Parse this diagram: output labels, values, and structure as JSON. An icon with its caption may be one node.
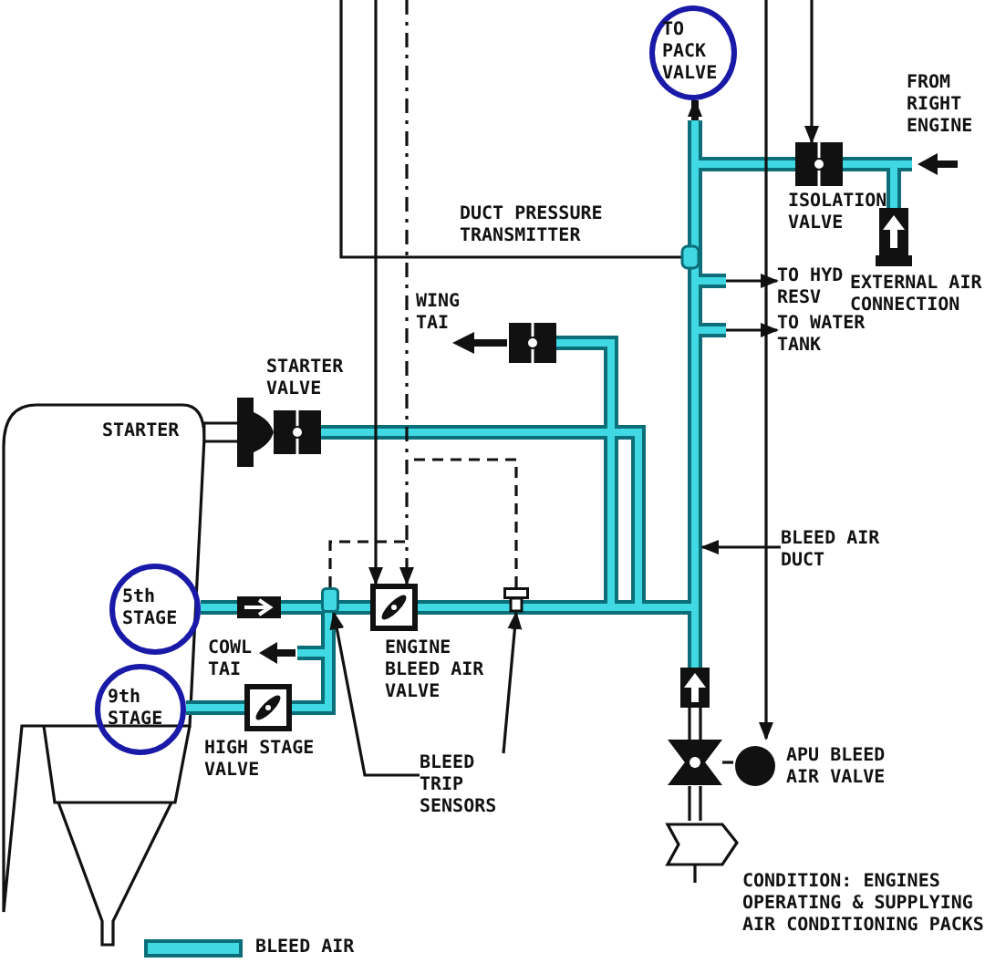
{
  "diagram": {
    "nodes": [
      {
        "text": [
          "TO PACK VALVE"
        ]
      },
      {
        "text": [
          "FROM RIGHT ENGINE"
        ]
      },
      {
        "text": [
          "ISOLATION VALVE"
        ]
      },
      {
        "text": [
          "DUCT PRESSURE TRANSMITTER"
        ]
      },
      {
        "text": [
          "TO HYD RESV"
        ]
      },
      {
        "text": [
          "TO WATER TANK"
        ]
      },
      {
        "text": [
          "EXTERNAL AIR CONNECTION"
        ]
      },
      {
        "text": [
          "WING TAI"
        ]
      },
      {
        "text": [
          "STARTER VALVE"
        ]
      },
      {
        "text": [
          "STARTER"
        ]
      },
      {
        "text": [
          "BLEED AIR DUCT"
        ]
      },
      {
        "text": [
          "5th STAGE"
        ]
      },
      {
        "text": [
          "9th STAGE"
        ]
      },
      {
        "text": [
          "COWL TAI"
        ]
      },
      {
        "text": [
          "ENGINE BLEED AIR VALVE"
        ]
      },
      {
        "text": [
          "HIGH STAGE VALVE"
        ]
      },
      {
        "text": [
          "BLEED TRIP SENSORS"
        ]
      },
      {
        "text": [
          "APU BLEED AIR VALVE"
        ]
      },
      {
        "text": [],
        "shape": "box"
      },
      {
        "text": [],
        "shape": "box"
      }
    ],
    "edges": [
      {
        "from": null,
        "to": 0,
        "arrow": "to",
        "style": "thick"
      },
      {
        "from": null,
        "to": 2,
        "arrow": "to"
      },
      {
        "from": null,
        "to": 4,
        "arrow": "to"
      },
      {
        "from": null,
        "to": 5,
        "arrow": "to"
      },
      {
        "from": 10,
        "to": null,
        "arrow": "to"
      },
      {
        "from": null,
        "to": 14,
        "arrow": "to"
      },
      {
        "from": null,
        "to": 14,
        "arrow": "to",
        "style": "dashed"
      },
      {
        "from": 16,
        "to": 18,
        "arrow": "to"
      },
      {
        "from": 16,
        "to": 19,
        "arrow": "to"
      },
      {
        "from": null,
        "to": 17,
        "arrow": "to"
      },
      {
        "from": 18,
        "to": null,
        "arrow": "none",
        "style": "dashed"
      },
      {
        "from": 19,
        "to": null,
        "arrow": "none",
        "style": "dashed"
      }
    ],
    "labels": [
      "CONDITION: ENGINES OPERATING & SUPPLYING AIR CONDITIONING PACKS"
    ],
    "legend": [
      {
        "text": "BLEED AIR"
      }
    ]
  }
}
